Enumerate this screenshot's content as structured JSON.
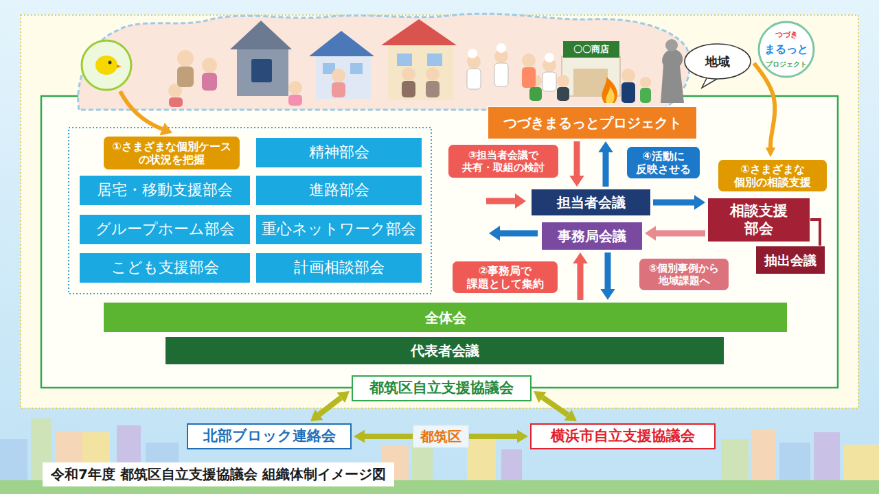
{
  "diagram": {
    "title": "令和7年度 都筑区自立支援協議会 組織体制イメージ図",
    "nodes": [
      {
        "text": [
          "地域"
        ]
      },
      {
        "text": [
          "①さまざまな個別ケース の状況を把握"
        ]
      },
      {
        "text": [
          "精神部会"
        ]
      },
      {
        "text": [
          "居宅・移動支援部会"
        ]
      },
      {
        "text": [
          "進路部会"
        ]
      },
      {
        "text": [
          "グループホーム部会"
        ]
      },
      {
        "text": [
          "重心ネットワーク部会"
        ]
      },
      {
        "text": [
          "こども支援部会"
        ]
      },
      {
        "text": [
          "計画相談部会"
        ]
      },
      {
        "text": [
          "つづきまるっとプロジェクト"
        ]
      },
      {
        "text": [
          "③担当者会議で 共有・取組の検討"
        ]
      },
      {
        "text": [
          "④活動に 反映させる"
        ]
      },
      {
        "text": [
          "①さまざまな 個別の相談支援"
        ]
      },
      {
        "text": [
          "担当者会議"
        ]
      },
      {
        "text": [
          "事務局会議"
        ]
      },
      {
        "text": [
          "相談支援 部会"
        ]
      },
      {
        "text": [
          "抽出会議"
        ]
      },
      {
        "text": [
          "②事務局で 課題として集約"
        ]
      },
      {
        "text": [
          "⑤個別事例から 地域課題へ"
        ]
      },
      {
        "text": [
          "全体会"
        ]
      },
      {
        "text": [
          "代表者会議"
        ]
      },
      {
        "text": [
          "都筑区自立支援協議会"
        ]
      },
      {
        "text": [
          "北部ブロック連絡会"
        ]
      },
      {
        "text": [
          "横浜市自立支援協議会"
        ]
      }
    ],
    "edges": [
      {
        "from": 0,
        "to": 12,
        "arrow": "to"
      },
      {
        "from": 9,
        "to": 13,
        "arrow": "to"
      },
      {
        "from": 13,
        "to": 9,
        "arrow": "to"
      },
      {
        "from": 13,
        "to": 15,
        "arrow": "to"
      },
      {
        "from": 15,
        "to": 14,
        "arrow": "to"
      },
      {
        "from": 19,
        "to": 14,
        "arrow": "to"
      },
      {
        "from": 14,
        "to": 19,
        "arrow": "to"
      },
      {
        "from": 15,
        "to": 16,
        "arrow": "none"
      },
      {
        "from": 21,
        "to": 22,
        "arrow": "both"
      },
      {
        "from": 21,
        "to": 23,
        "arrow": "both"
      },
      {
        "from": 22,
        "to": 23,
        "label": "都筑区",
        "arrow": "both"
      }
    ],
    "labels": [
      "〇〇商店",
      "つづき",
      "まるっと",
      "プロジェクト"
    ]
  }
}
